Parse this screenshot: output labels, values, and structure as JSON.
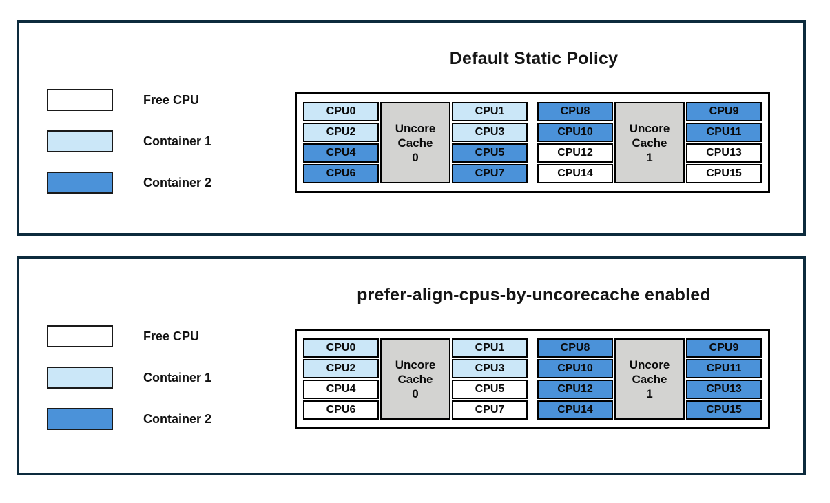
{
  "colors": {
    "free_cpu": "#ffffff",
    "container1": "#cbe7f8",
    "container2": "#4b92d9",
    "uncore_cache_fill": "#d3d3d1",
    "panel_border": "#0d2b3d",
    "cell_border": "#000000",
    "text": "#111111"
  },
  "legend": {
    "items": [
      {
        "label": "Free CPU",
        "state": "free"
      },
      {
        "label": "Container 1",
        "state": "container1"
      },
      {
        "label": "Container 2",
        "state": "container2"
      }
    ]
  },
  "panels": [
    {
      "title": "Default Static Policy",
      "groups": [
        {
          "cache": {
            "line1": "Uncore",
            "line2": "Cache",
            "line3": "0"
          },
          "left": [
            {
              "label": "CPU0",
              "state": "container1"
            },
            {
              "label": "CPU2",
              "state": "container1"
            },
            {
              "label": "CPU4",
              "state": "container2"
            },
            {
              "label": "CPU6",
              "state": "container2"
            }
          ],
          "right": [
            {
              "label": "CPU1",
              "state": "container1"
            },
            {
              "label": "CPU3",
              "state": "container1"
            },
            {
              "label": "CPU5",
              "state": "container2"
            },
            {
              "label": "CPU7",
              "state": "container2"
            }
          ]
        },
        {
          "cache": {
            "line1": "Uncore",
            "line2": "Cache",
            "line3": "1"
          },
          "left": [
            {
              "label": "CPU8",
              "state": "container2"
            },
            {
              "label": "CPU10",
              "state": "container2"
            },
            {
              "label": "CPU12",
              "state": "free"
            },
            {
              "label": "CPU14",
              "state": "free"
            }
          ],
          "right": [
            {
              "label": "CPU9",
              "state": "container2"
            },
            {
              "label": "CPU11",
              "state": "container2"
            },
            {
              "label": "CPU13",
              "state": "free"
            },
            {
              "label": "CPU15",
              "state": "free"
            }
          ]
        }
      ]
    },
    {
      "title": "prefer-align-cpus-by-uncorecache enabled",
      "groups": [
        {
          "cache": {
            "line1": "Uncore",
            "line2": "Cache",
            "line3": "0"
          },
          "left": [
            {
              "label": "CPU0",
              "state": "container1"
            },
            {
              "label": "CPU2",
              "state": "container1"
            },
            {
              "label": "CPU4",
              "state": "free"
            },
            {
              "label": "CPU6",
              "state": "free"
            }
          ],
          "right": [
            {
              "label": "CPU1",
              "state": "container1"
            },
            {
              "label": "CPU3",
              "state": "container1"
            },
            {
              "label": "CPU5",
              "state": "free"
            },
            {
              "label": "CPU7",
              "state": "free"
            }
          ]
        },
        {
          "cache": {
            "line1": "Uncore",
            "line2": "Cache",
            "line3": "1"
          },
          "left": [
            {
              "label": "CPU8",
              "state": "container2"
            },
            {
              "label": "CPU10",
              "state": "container2"
            },
            {
              "label": "CPU12",
              "state": "container2"
            },
            {
              "label": "CPU14",
              "state": "container2"
            }
          ],
          "right": [
            {
              "label": "CPU9",
              "state": "container2"
            },
            {
              "label": "CPU11",
              "state": "container2"
            },
            {
              "label": "CPU13",
              "state": "container2"
            },
            {
              "label": "CPU15",
              "state": "container2"
            }
          ]
        }
      ]
    }
  ]
}
